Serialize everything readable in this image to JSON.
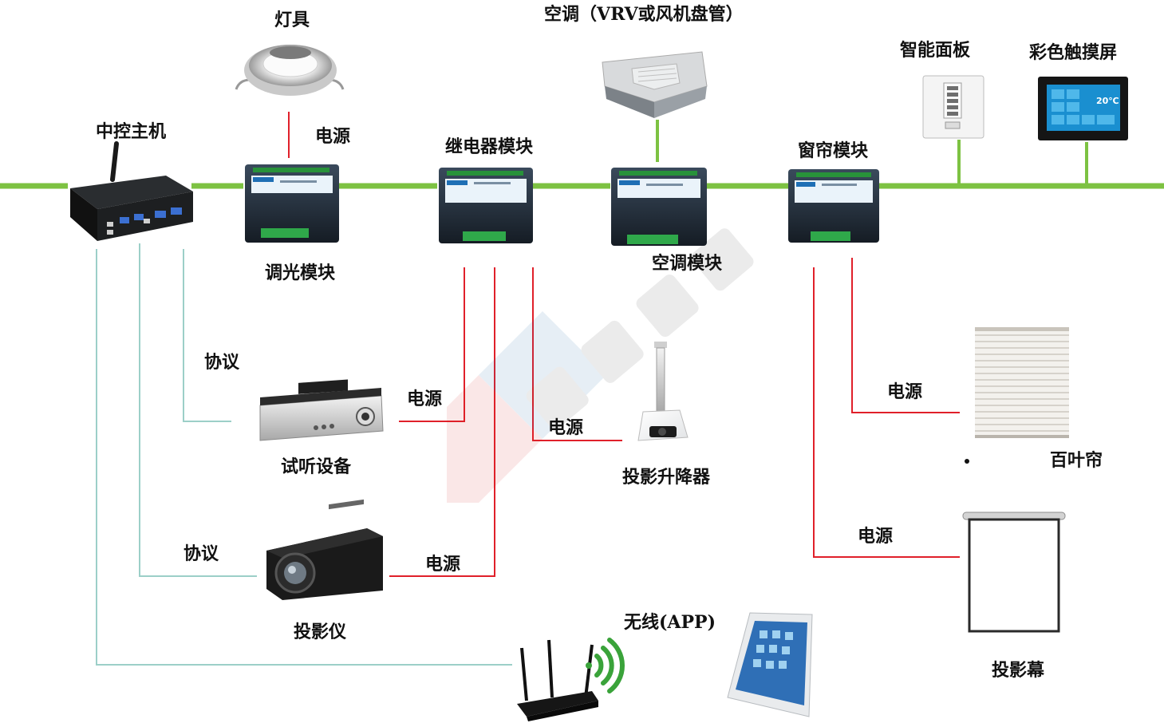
{
  "labels": {
    "lamp": "灯具",
    "hvac_unit": "空调（VRV或风机盘管）",
    "smart_panel": "智能面板",
    "touch_screen": "彩色触摸屏",
    "host": "中控主机",
    "power_lamp": "电源",
    "relay_module": "继电器模块",
    "curtain_module": "窗帘模块",
    "dimmer_module": "调光模块",
    "hvac_module": "空调模块",
    "protocol_audio": "协议",
    "audio_device": "试听设备",
    "power_audio": "电源",
    "power_lift": "电源",
    "projector_lift": "投影升降器",
    "power_blinds": "电源",
    "blinds": "百叶帘",
    "power_screen": "电源",
    "protocol_projector": "协议",
    "power_projector": "电源",
    "projector": "投影仪",
    "wireless": "无线(APP)",
    "projection_screen": "投影幕"
  },
  "screen": {
    "temp": "20℃"
  },
  "colors": {
    "bus": "#7dc242",
    "power": "#e0202a",
    "protocol": "#9ccfc8"
  }
}
